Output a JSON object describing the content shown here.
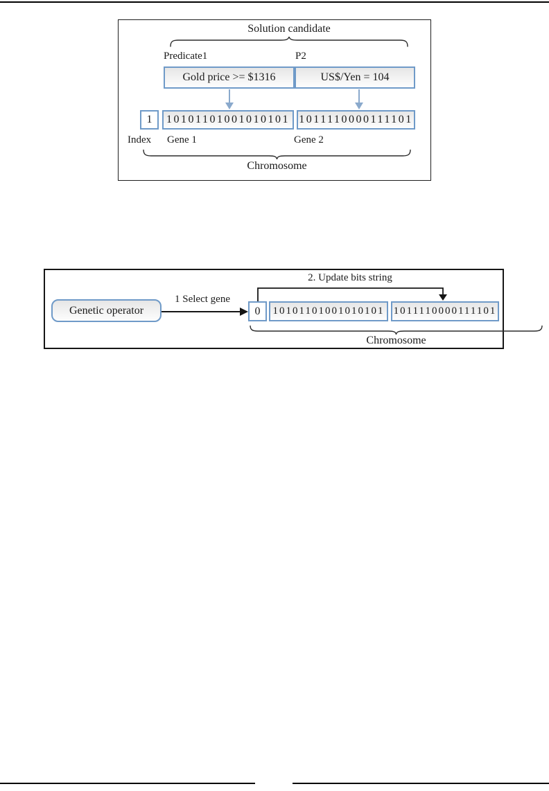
{
  "figure1": {
    "title": "Solution candidate",
    "predicate1_label": "Predicate1",
    "predicate2_label": "P2",
    "predicate1_value": "Gold price >= $1316",
    "predicate2_value": "US$/Yen = 104",
    "index_value": "1",
    "gene1_bits": "10101101001010101",
    "gene2_bits": "1011110000111101",
    "index_label": "Index",
    "gene1_label": "Gene 1",
    "gene2_label": "Gene 2",
    "chromosome_label": "Chromosome"
  },
  "figure2": {
    "operator_label": "Genetic operator",
    "step1_label": "1 Select gene",
    "step2_label": "2. Update bits string",
    "index_value": "0",
    "gene1_bits": "10101101001010101",
    "gene2_bits": "1011110000111101",
    "chromosome_label": "Chromosome"
  },
  "colors": {
    "box_border_blue": "#6f9ac8",
    "arrow_blue": "#8aa9cc",
    "line_black": "#151515",
    "cell_fill_gray": "#e6e6e6"
  }
}
